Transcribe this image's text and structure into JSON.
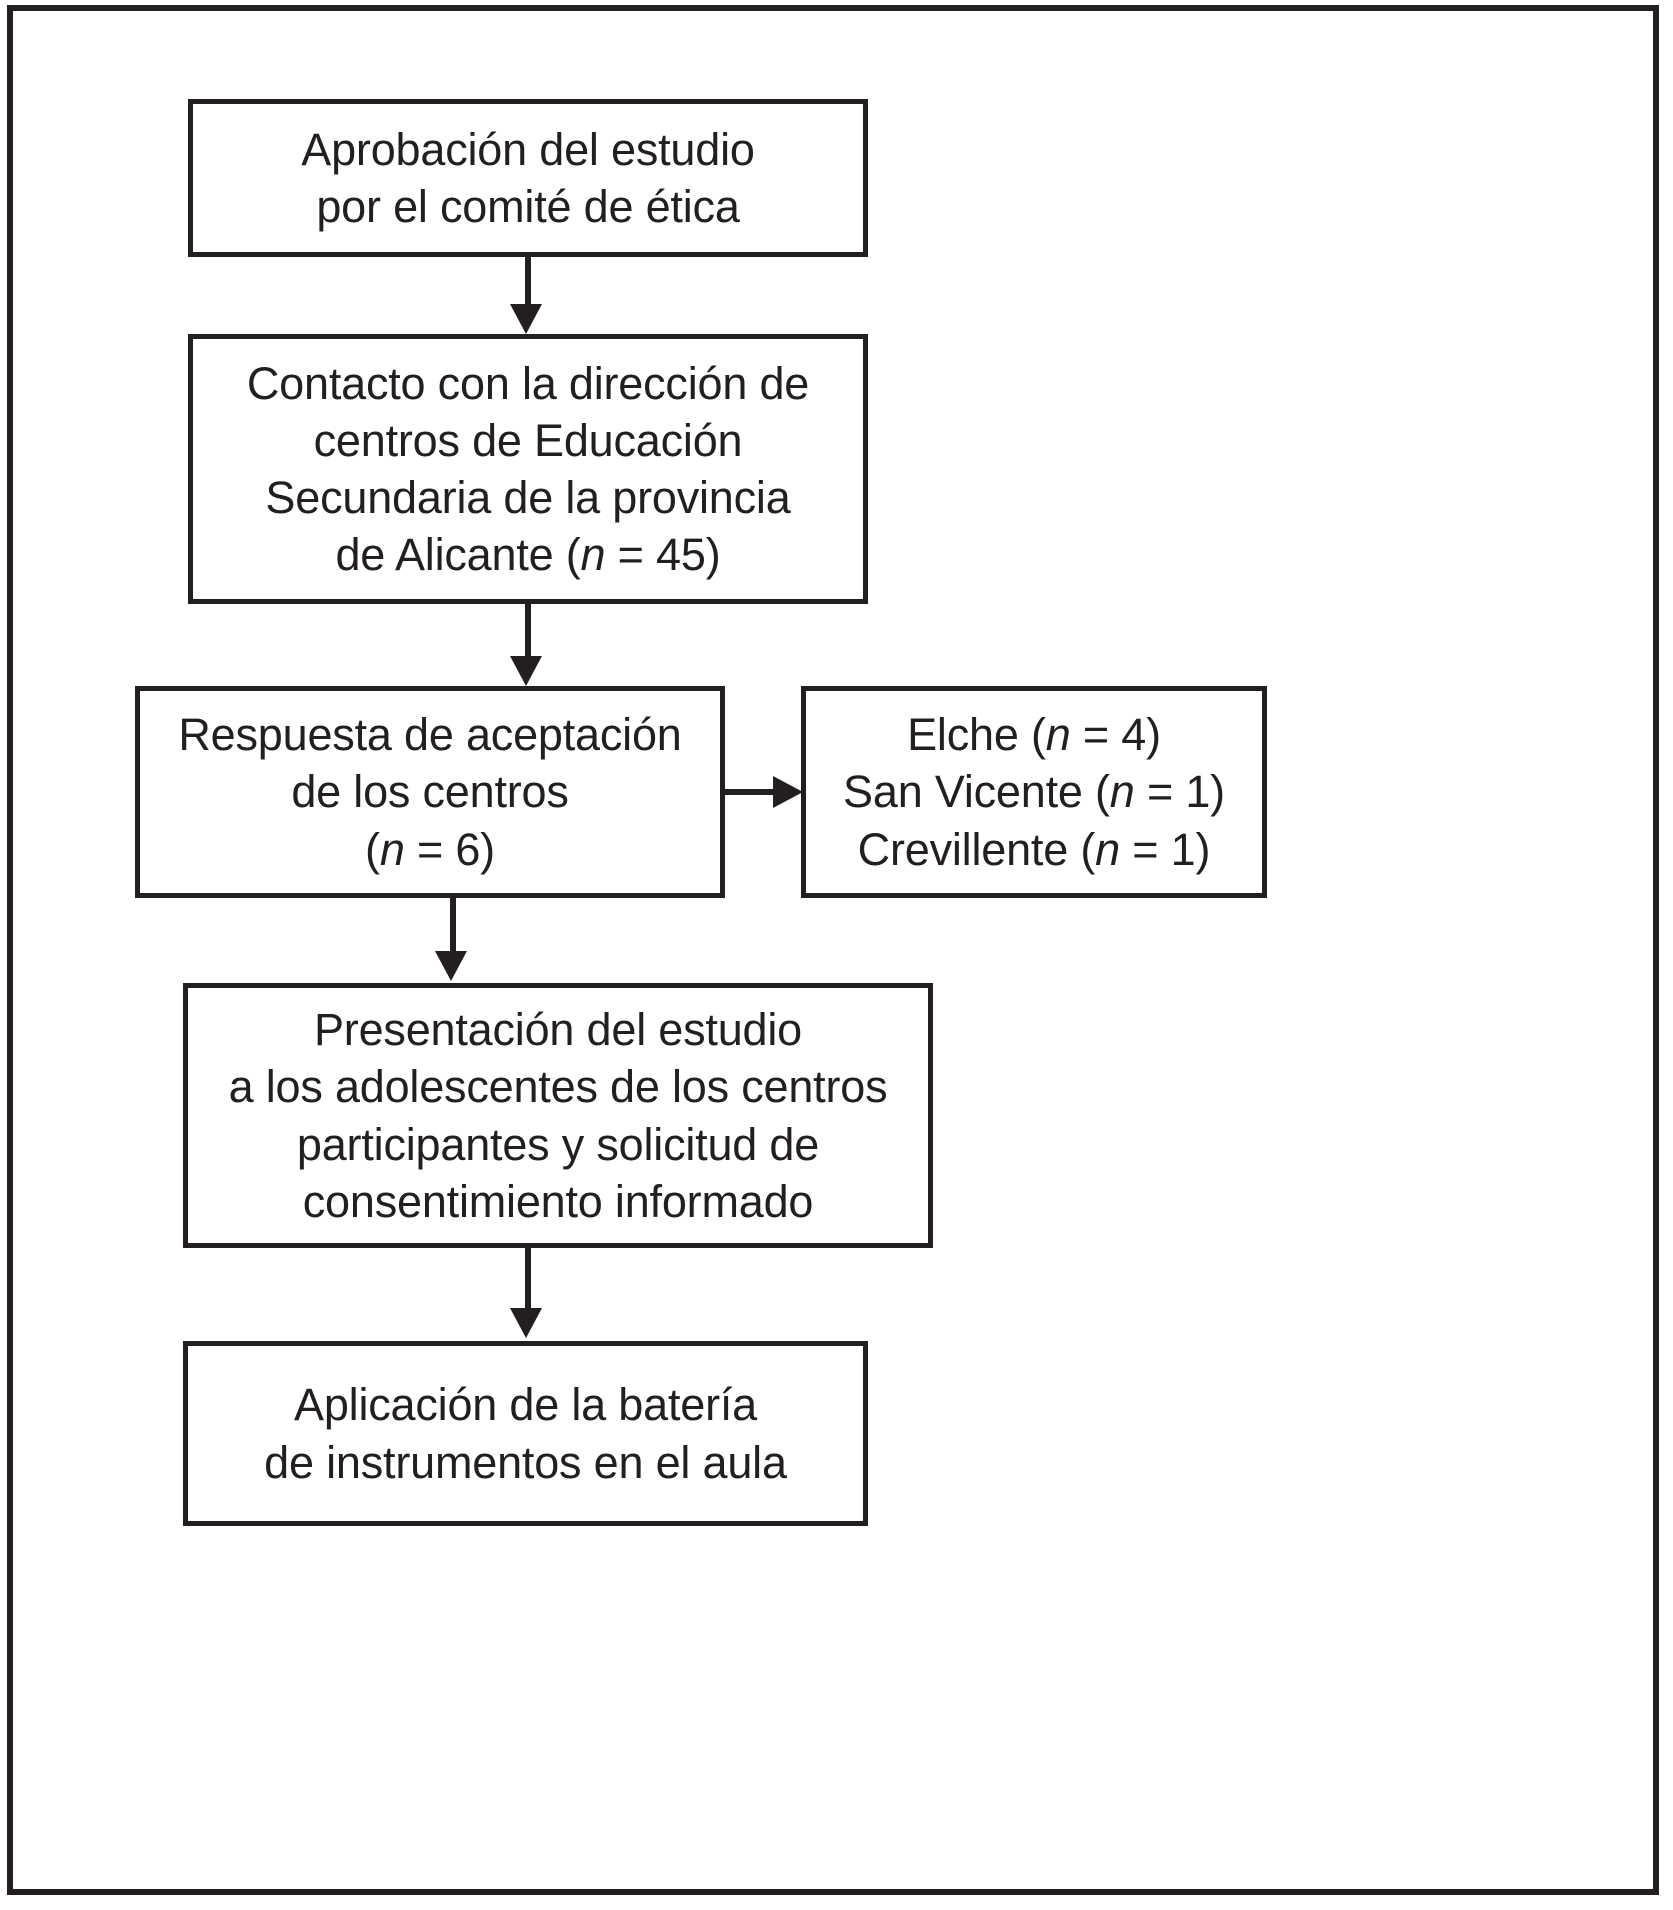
{
  "figure": {
    "type": "flowchart",
    "orientation": "vertical",
    "language": "es",
    "border_color": "#231f20",
    "background_color": "#ffffff"
  },
  "nodes": {
    "ethics": {
      "id": "ethics-approval",
      "lines": [
        "Aprobación del estudio",
        "por el comité de ética"
      ]
    },
    "contact": {
      "id": "contact-schools",
      "line1": "Contacto con la dirección de",
      "line2": "centros de Educación",
      "line3": "Secundaria de la provincia",
      "line4_prefix": "de Alicante (",
      "line4_italic": "n",
      "line4_suffix": " = 45)"
    },
    "acceptance": {
      "id": "acceptance-response",
      "line1": "Respuesta de aceptación",
      "line2": "de los centros",
      "line3_prefix": "(",
      "line3_italic": "n",
      "line3_suffix": " = 6)"
    },
    "centers": {
      "id": "participating-centers",
      "items": [
        {
          "name": "Elche",
          "n_symbol": "n",
          "n_value": "= 4"
        },
        {
          "name": "San Vicente",
          "n_symbol": "n",
          "n_value": "= 1"
        },
        {
          "name": "Crevillente",
          "n_symbol": "n",
          "n_value": "= 1"
        }
      ]
    },
    "presentation": {
      "id": "study-presentation",
      "lines": [
        "Presentación del estudio",
        "a los adolescentes de los centros",
        "participantes y solicitud de",
        "consentimiento informado"
      ]
    },
    "application": {
      "id": "instrument-application",
      "lines": [
        "Aplicación de la batería",
        "de instrumentos en el aula"
      ]
    }
  },
  "edges": [
    {
      "from": "ethics",
      "to": "contact",
      "direction": "down"
    },
    {
      "from": "contact",
      "to": "acceptance",
      "direction": "down"
    },
    {
      "from": "acceptance",
      "to": "centers",
      "direction": "right"
    },
    {
      "from": "acceptance",
      "to": "presentation",
      "direction": "down"
    },
    {
      "from": "presentation",
      "to": "application",
      "direction": "down"
    }
  ]
}
